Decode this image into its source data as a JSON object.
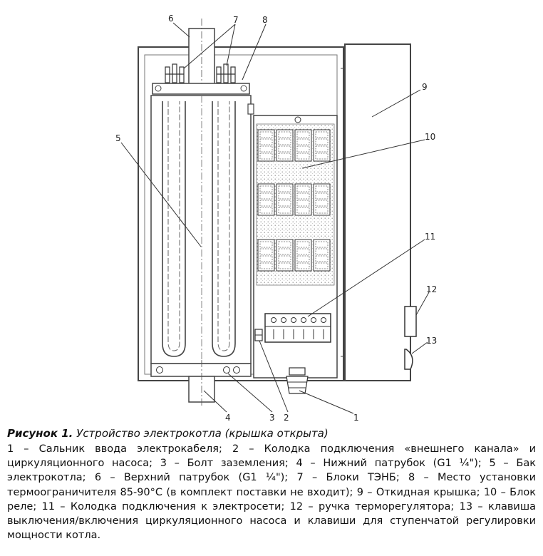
{
  "diagram": {
    "callouts": [
      "1",
      "2",
      "3",
      "4",
      "5",
      "6",
      "7",
      "8",
      "9",
      "10",
      "11",
      "12",
      "13"
    ]
  },
  "caption": {
    "title_bold": "Рисунок 1.",
    "title_italic": "Устройство электрокотла (крышка открыта)",
    "legend": "1 – Сальник ввода электрокабеля; 2 – Колодка подключения «внешнего канала» и циркуляционного насоса; 3 – Болт заземления; 4 – Нижний патрубок (G1 ¼\"); 5 – Бак электрокотла; 6 – Верхний патрубок (G1 ¼\"); 7 – Блоки ТЭНБ; 8 – Место установки термоограничителя 85-90°С (в комплект поставки не входит); 9 – Откидная крышка; 10 – Блок реле; 11 – Колодка подключения к электросети; 12 – ручка терморегулятора; 13 – клавиша выключения/включения циркуляционного насоса и клавиши для ступенчатой регулировки мощности котла."
  }
}
